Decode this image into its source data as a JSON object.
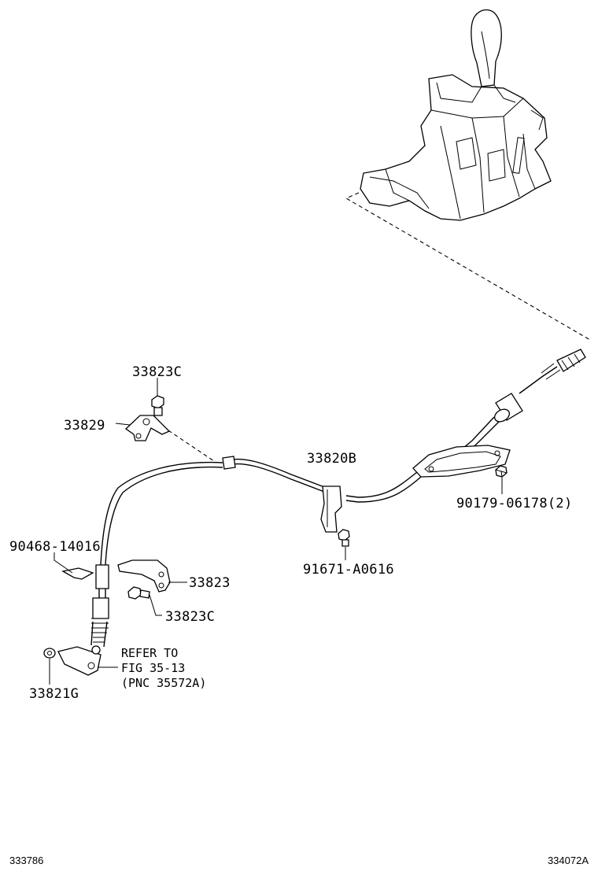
{
  "callouts": {
    "p33823c_top": "33823C",
    "p33829": "33829",
    "p33820b": "33820B",
    "p90179": "90179-06178(2)",
    "p90468": "90468-14016",
    "p91671": "91671-A0616",
    "p33823": "33823",
    "p33823c_mid": "33823C",
    "p33821g": "33821G"
  },
  "note": {
    "line1": "REFER TO",
    "line2": "FIG 35-13",
    "line3": "(PNC 35572A)"
  },
  "footer": {
    "left_code": "333786",
    "right_code": "334072A"
  }
}
